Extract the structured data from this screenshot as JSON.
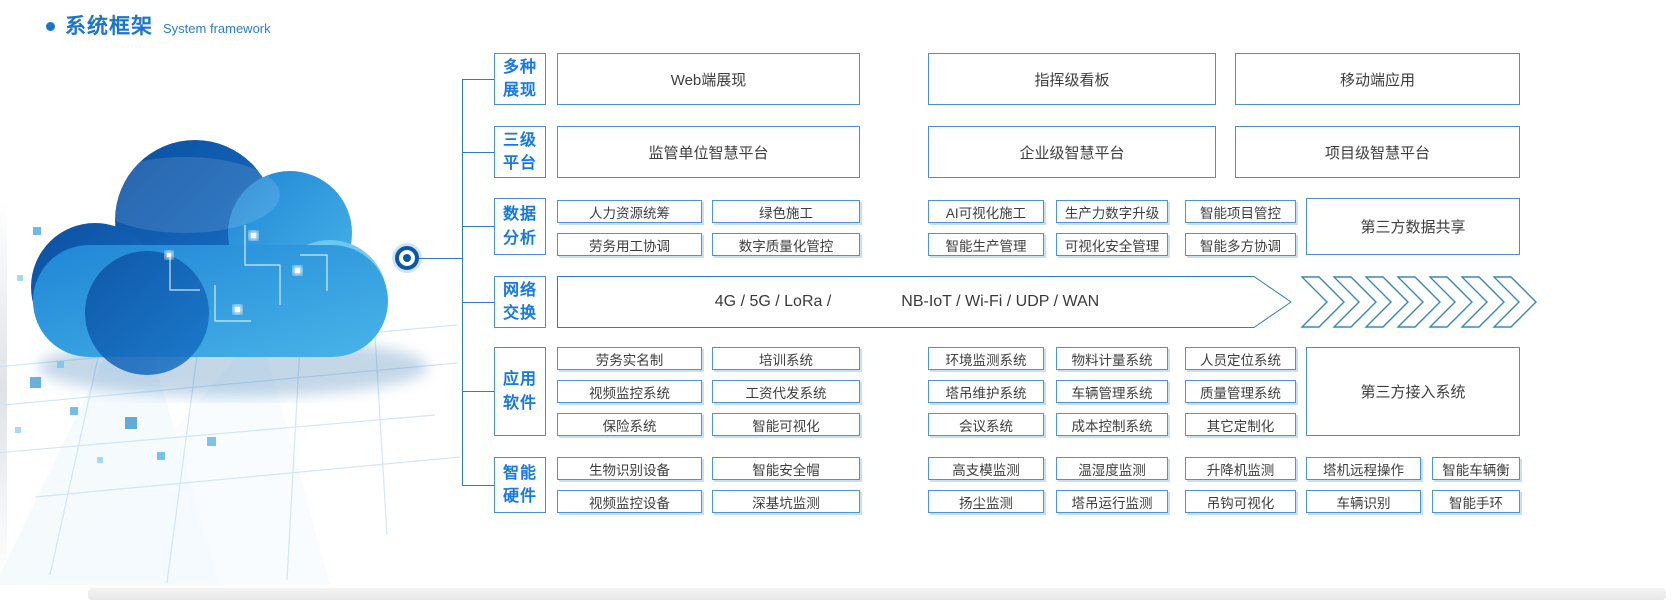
{
  "title": {
    "zh": "系统框架",
    "en": "System framework"
  },
  "colors": {
    "accent_blue": "#1b74cd",
    "label_blue": "#1778e0",
    "line_blue": "#2f7dc0",
    "box_border": "#4a90d0",
    "box_text": "#3d3d3d",
    "cloud_dark": "#0c54a8",
    "cloud_light": "#7fd0f2"
  },
  "categories": [
    {
      "line1": "多种",
      "line2": "展现"
    },
    {
      "line1": "三级",
      "line2": "平台"
    },
    {
      "line1": "数据",
      "line2": "分析"
    },
    {
      "line1": "网络",
      "line2": "交换"
    },
    {
      "line1": "应用",
      "line2": "软件"
    },
    {
      "line1": "智能",
      "line2": "硬件"
    }
  ],
  "display_row": [
    "Web端展现",
    "指挥级看板",
    "移动端应用"
  ],
  "platform_row": [
    "监管单位智慧平台",
    "企业级智慧平台",
    "项目级智慧平台"
  ],
  "data_analysis": {
    "grid": [
      [
        "人力资源统筹",
        "绿色施工",
        "AI可视化施工",
        "生产力数字升级",
        "智能项目管控"
      ],
      [
        "劳务用工协调",
        "数字质量化管控",
        "智能生产管理",
        "可视化安全管理",
        "智能多方协调"
      ]
    ],
    "side": "第三方数据共享"
  },
  "network": {
    "left": "4G / 5G / LoRa /",
    "right": "NB-IoT / Wi-Fi / UDP / WAN"
  },
  "app_software": {
    "grid": [
      [
        "劳务实名制",
        "培训系统",
        "环境监测系统",
        "物料计量系统",
        "人员定位系统"
      ],
      [
        "视频监控系统",
        "工资代发系统",
        "塔吊维护系统",
        "车辆管理系统",
        "质量管理系统"
      ],
      [
        "保险系统",
        "智能可视化",
        "会议系统",
        "成本控制系统",
        "其它定制化"
      ]
    ],
    "side": "第三方接入系统"
  },
  "hardware": {
    "grid": [
      [
        "生物识别设备",
        "智能安全帽",
        "高支模监测",
        "温湿度监测",
        "升降机监测",
        "塔机远程操作",
        "智能车辆衡"
      ],
      [
        "视频监控设备",
        "深基坑监测",
        "扬尘监测",
        "塔吊运行监测",
        "吊钩可视化",
        "车辆识别",
        "智能手环"
      ]
    ]
  }
}
